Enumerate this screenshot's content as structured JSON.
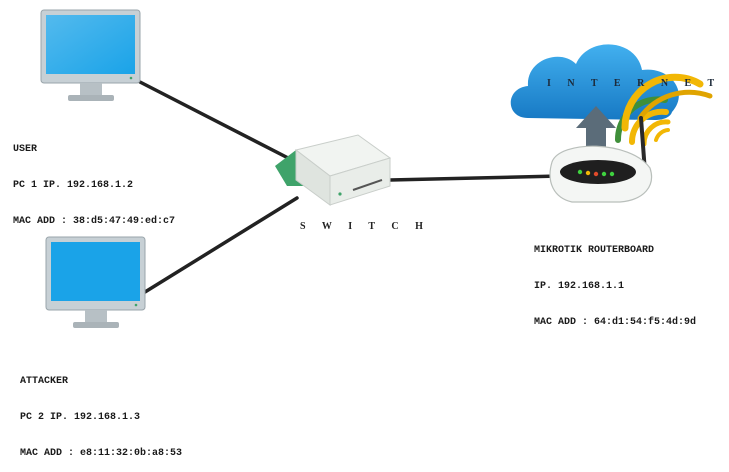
{
  "nodes": {
    "user": {
      "name": "USER",
      "ip": "PC 1 IP. 192.168.1.2",
      "mac": "MAC ADD : 38:d5:47:49:ed:c7"
    },
    "attacker": {
      "name": "ATTACKER",
      "ip": "PC 2 IP. 192.168.1.3",
      "mac": "MAC ADD : e8:11:32:0b:a8:53"
    },
    "switch": {
      "name": "S W I T C H"
    },
    "router": {
      "name": "MIKROTIK ROUTERBOARD",
      "ip": "IP. 192.168.1.1",
      "mac": "MAC ADD : 64:d1:54:f5:4d:9d"
    },
    "internet": {
      "name": "I N T E R N E T"
    }
  },
  "colors": {
    "monitor_screen": "#1aa3e8",
    "monitor_body": "#c9d1d6",
    "cable": "#222222",
    "cloud": "#1e90d8",
    "arrow": "#5a6b78",
    "switch_accent": "#3fa36a",
    "wifi_yellow": "#f2b705",
    "wifi_green": "#3f8f3a"
  }
}
